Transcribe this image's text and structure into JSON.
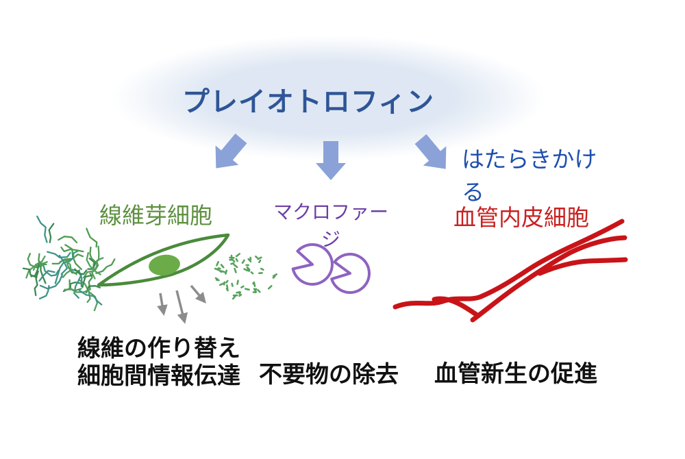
{
  "title": "プレイオトロフィン",
  "action_label": "はたらきかける",
  "targets": [
    {
      "id": "fibroblast",
      "label": "線維芽細胞",
      "effects": [
        "線維の作り替え",
        "細胞間情報伝達"
      ]
    },
    {
      "id": "macrophage",
      "label": "マクロファージ",
      "effects": [
        "不要物の除去"
      ]
    },
    {
      "id": "endothelial",
      "label": "血管内皮細胞",
      "effects": [
        "血管新生の促進"
      ]
    }
  ],
  "colors": {
    "title_blue": "#2E5596",
    "cloud_blue": "#DEE7F3",
    "arrow_blue": "#8AA2D8",
    "action_blue": "#1E4FAE",
    "fibroblast_green": "#5E9140",
    "cell_outline_green": "#4A8A3C",
    "nucleus_green": "#6BAC49",
    "macrophage_purple": "#8E63C0",
    "macrophage_label_purple": "#6B3FA6",
    "endothelial_red": "#C92121",
    "vessel_red": "#C81418",
    "effect_black": "#111111",
    "secretion_gray": "#8C8C8C",
    "speckle_green": "#57A25C",
    "mesh_palette": [
      "#4F9B52",
      "#3E9487",
      "#55A05E",
      "#3C8850"
    ]
  }
}
